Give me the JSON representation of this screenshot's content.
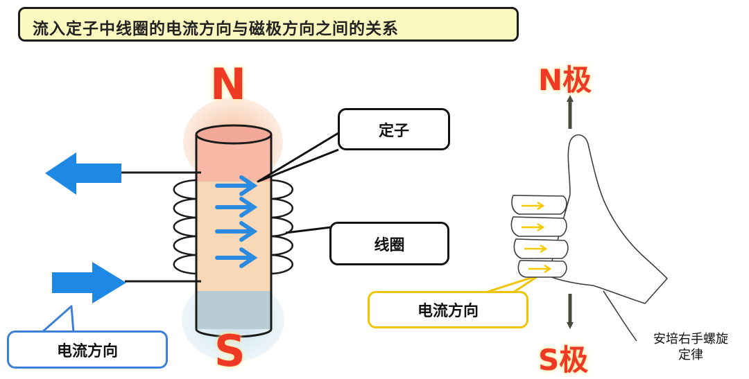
{
  "title": "流入定子中线圈的电流方向与磁极方向之间的关系",
  "labels": {
    "stator": "定子",
    "coil": "线圈",
    "current_direction_left": "电流方向",
    "current_direction_right": "电流方向",
    "north_pole": "N",
    "south_pole": "S",
    "north_pole_hand": "N极",
    "south_pole_hand": "S极",
    "law": "安培右手螺旋定律"
  },
  "colors": {
    "accent_blue": "#1e88e5",
    "pole_red": "#ee3a25",
    "title_bg": "#fbf8bf",
    "finger_arrow": "#f5c800"
  }
}
